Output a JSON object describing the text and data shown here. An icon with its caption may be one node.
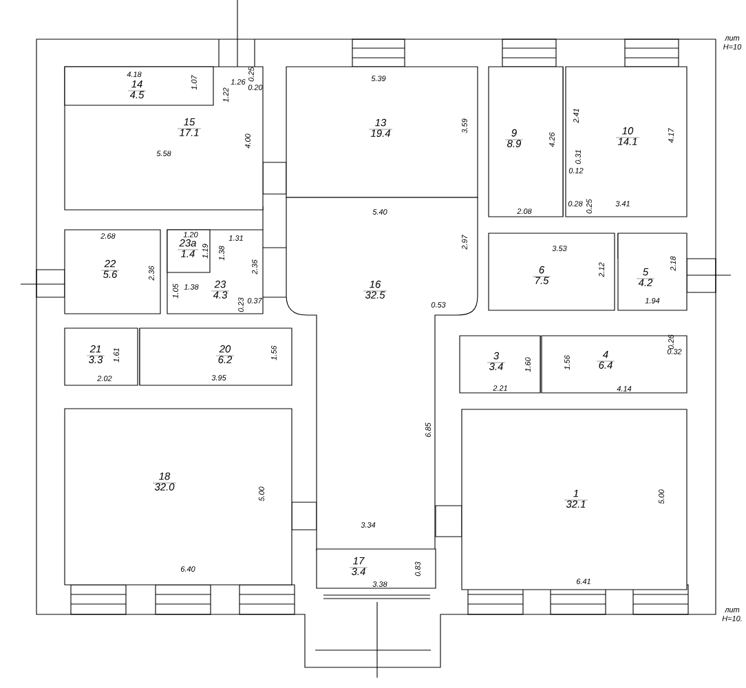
{
  "diagram": {
    "nodes": [
      {
        "text": [
          "15",
          "17.1"
        ]
      },
      {
        "text": [
          "14",
          "4.5"
        ],
        "in": 0
      },
      {
        "text": [
          "13",
          "19.4"
        ]
      },
      {
        "text": [
          "9",
          "8.9"
        ]
      },
      {
        "text": [
          "10",
          "14.1"
        ]
      },
      {
        "text": [
          "22",
          "5.6"
        ]
      },
      {
        "text": [
          "23",
          "4.3"
        ]
      },
      {
        "text": [
          "23a",
          "1.4"
        ],
        "in": 6
      },
      {
        "text": [
          "16",
          "32.5"
        ]
      },
      {
        "text": [
          "6",
          "7.5"
        ]
      },
      {
        "text": [
          "5",
          "4.2"
        ]
      },
      {
        "text": [
          "21",
          "3.3"
        ]
      },
      {
        "text": [
          "20",
          "6.2"
        ]
      },
      {
        "text": [
          "3",
          "3.4"
        ]
      },
      {
        "text": [
          "4",
          "6.4"
        ]
      },
      {
        "text": [
          "18",
          "32.0"
        ]
      },
      {
        "text": [
          "17",
          "3.4"
        ]
      },
      {
        "text": [
          "1",
          "32.1"
        ]
      }
    ],
    "labels": [
      "лит",
      "H=10",
      "4.18",
      "1.07",
      "1.22",
      "1.26",
      "0.25",
      "0.20",
      "5.39",
      "3.59",
      "2.41",
      "4.26",
      "4.17",
      "0.31",
      "0.12",
      "5.58",
      "4.00",
      "0.28",
      "0.25",
      "2.08",
      "3.41",
      "5.40",
      "2.97",
      "2.68",
      "1.20",
      "1.19",
      "1.38",
      "1.31",
      "3.53",
      "2.36",
      "2.36",
      "2.12",
      "2.18",
      "1.05",
      "1.38",
      "0.23",
      "0.37",
      "0.53",
      "1.94",
      "0.26",
      "0.32",
      "1.61",
      "1.56",
      "1.60",
      "1.56",
      "2.02",
      "3.95",
      "2.21",
      "4.14",
      "6.85",
      "5.00",
      "5.00",
      "3.34",
      "0.83",
      "3.38",
      "6.40",
      "6.41",
      "лит",
      "H=10."
    ]
  }
}
